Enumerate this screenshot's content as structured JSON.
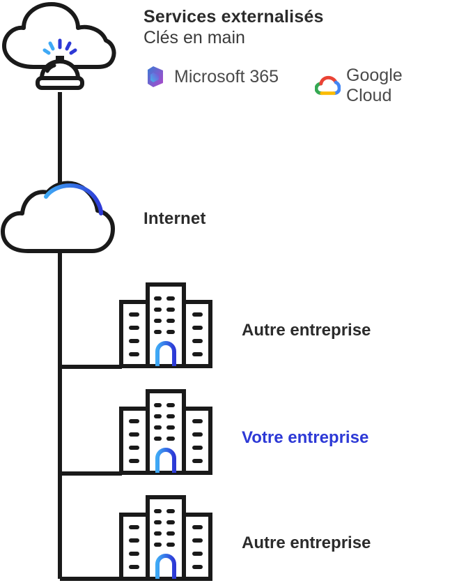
{
  "services": {
    "title": "Services externalisés",
    "subtitle": "Clés en main",
    "providers": [
      {
        "name": "Microsoft 365",
        "icon": "microsoft-365-logo"
      },
      {
        "name": "Google Cloud",
        "icon": "google-cloud-logo"
      }
    ]
  },
  "internet": {
    "label": "Internet"
  },
  "companies": [
    {
      "label": "Autre entreprise",
      "highlighted": false
    },
    {
      "label": "Votre entreprise",
      "highlighted": true
    },
    {
      "label": "Autre entreprise",
      "highlighted": false
    }
  ],
  "colors": {
    "line": "#1a1a1a",
    "accent_blue": "#2d39d6",
    "arc_gradient_start": "#3fa9f5",
    "arc_gradient_end": "#2d39d6",
    "text": "#2b2b2b"
  }
}
